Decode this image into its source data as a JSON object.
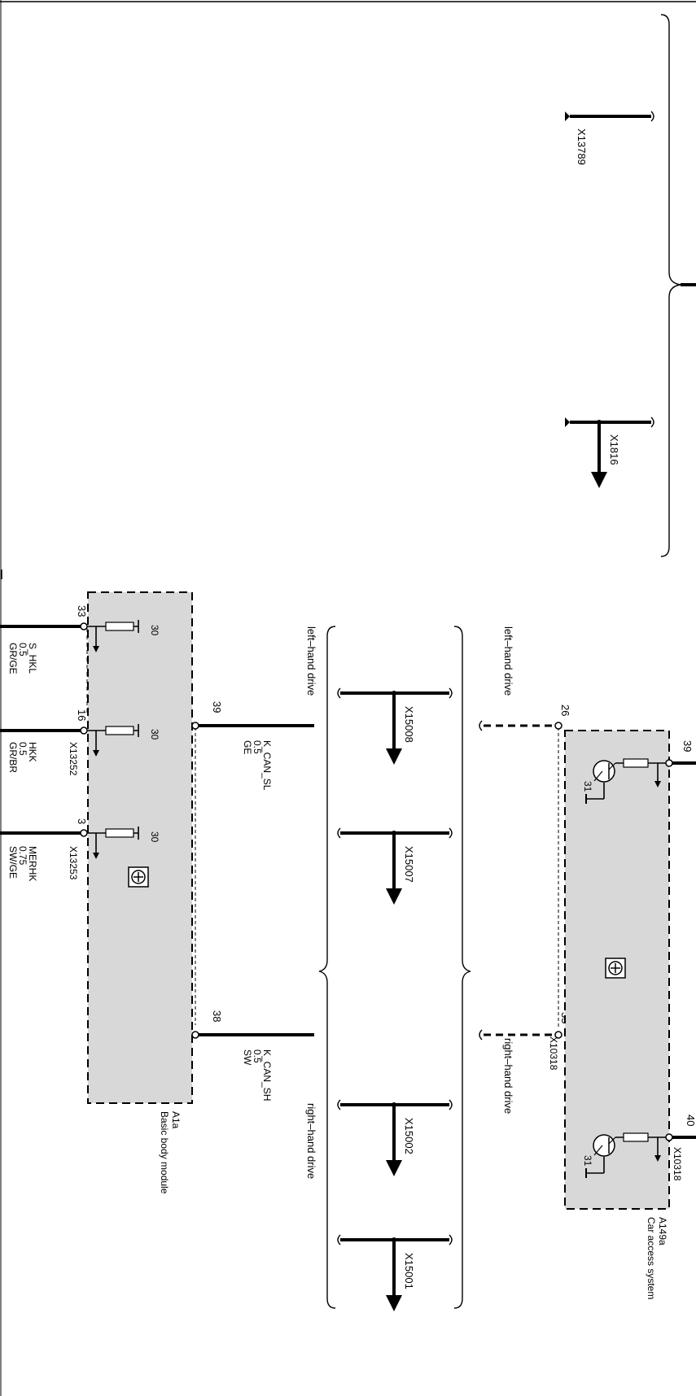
{
  "connectors": {
    "x13789": "X13789",
    "x1816": "X1816",
    "x15008": "X15008",
    "x15007": "X15007",
    "x15002": "X15002",
    "x15001": "X15001",
    "x13252": "X13252",
    "x13253": "X13253",
    "x10318_a": "X10318",
    "x10318_b": "X10318"
  },
  "labels": {
    "lhd_1": "left–hand drive",
    "lhd_2": "left–hand drive",
    "rhd_1": "right–hand drive",
    "rhd_2": "right–hand drive"
  },
  "modules": {
    "a1a": {
      "id": "A1a",
      "name": "Basic body module"
    },
    "a149a": {
      "id": "A149a",
      "name": "Car access system"
    }
  },
  "pins": {
    "p33": "33",
    "p16": "16",
    "p3": "3",
    "p39a": "39",
    "p38": "38",
    "p39b": "39",
    "p26": "26",
    "p35": "35",
    "p40": "40",
    "int30_a": "30",
    "int30_b": "30",
    "int30_c": "30",
    "int31_a": "31",
    "int31_b": "31"
  },
  "wires": {
    "s_hkl": {
      "signal": "S_HKL",
      "size": "0.5",
      "color": "GR/GE"
    },
    "hkk": {
      "signal": "HKK",
      "size": "0.5",
      "color": "GR/BR"
    },
    "merhk": {
      "signal": "MERHK",
      "size": "0.75",
      "color": "SW/GE"
    },
    "k_can_sl": {
      "signal": "K_CAN_SL",
      "size": "0.5",
      "color": "GE"
    },
    "k_can_sh": {
      "signal": "K_CAN_SH",
      "size": "0.5",
      "color": "SW"
    }
  }
}
